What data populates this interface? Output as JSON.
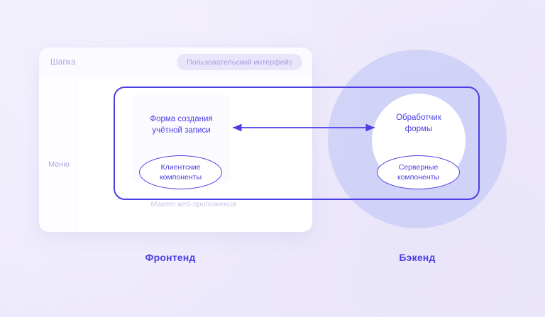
{
  "theme": {
    "background": "#eeeafb",
    "accent": "#4b3fe4",
    "circle_fill": "#c6cbf5",
    "muted_text": "#b0aadf",
    "pill_bg": "#e9e6fb",
    "card_bg": "#ffffff"
  },
  "mockup": {
    "header_title": "Шапка",
    "ui_pill": "Пользовательский интерфейс",
    "sidebar_label": "Меню",
    "caption": "Макет веб-приложения"
  },
  "frontend": {
    "form_card_title": "Форма создания\nучётной записи",
    "form_card_line1": "Форма создания",
    "form_card_line2": "учётной записи",
    "ellipse_line1": "Клиентские",
    "ellipse_line2": "компоненты",
    "zone_label": "Фронтенд"
  },
  "backend": {
    "handler_line1": "Обработчик",
    "handler_line2": "формы",
    "ellipse_line1": "Серверные",
    "ellipse_line2": "компоненты",
    "zone_label": "Бэкенд"
  },
  "connection": {
    "type": "bidirectional-arrow",
    "from": "Форма создания учётной записи",
    "to": "Обработчик формы"
  }
}
